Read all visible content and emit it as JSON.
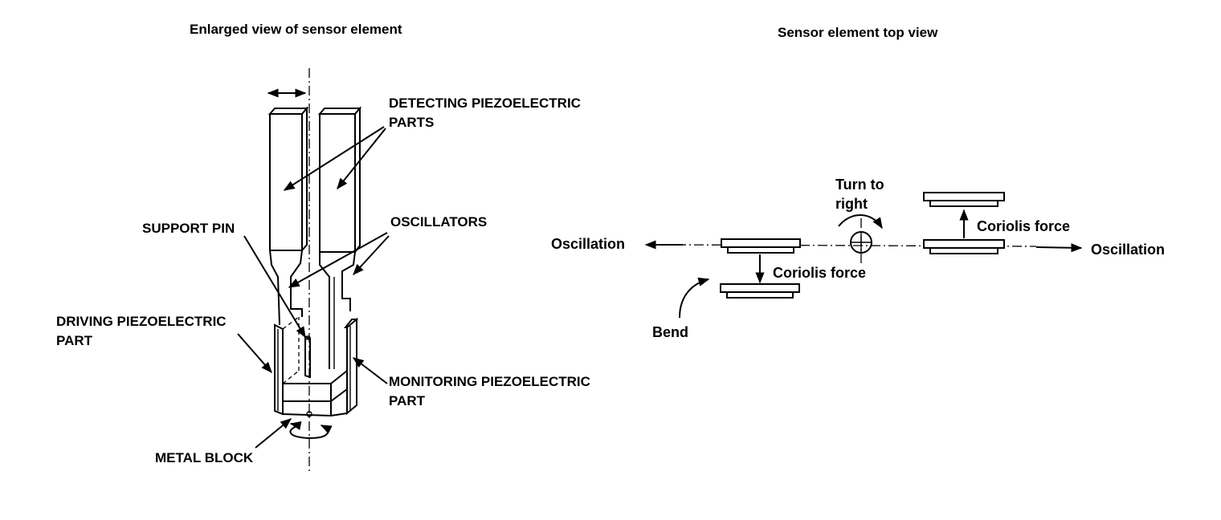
{
  "left": {
    "title": "Enlarged view of sensor element",
    "labels": {
      "detecting_line1": "DETECTING PIEZOELECTRIC",
      "detecting_line2": "PARTS",
      "oscillators": "OSCILLATORS",
      "support_pin": "SUPPORT PIN",
      "driving_line1": "DRIVING PIEZOELECTRIC",
      "driving_line2": "PART",
      "monitoring_line1": "MONITORING PIEZOELECTRIC",
      "monitoring_line2": "PART",
      "metal_block": "METAL BLOCK"
    }
  },
  "right": {
    "title": "Sensor element top view",
    "labels": {
      "oscillation_left": "Oscillation",
      "oscillation_right": "Oscillation",
      "turn_line1": "Turn to",
      "turn_line2": "right",
      "coriolis_upper": "Coriolis force",
      "coriolis_lower": "Coriolis force",
      "bend": "Bend"
    }
  }
}
